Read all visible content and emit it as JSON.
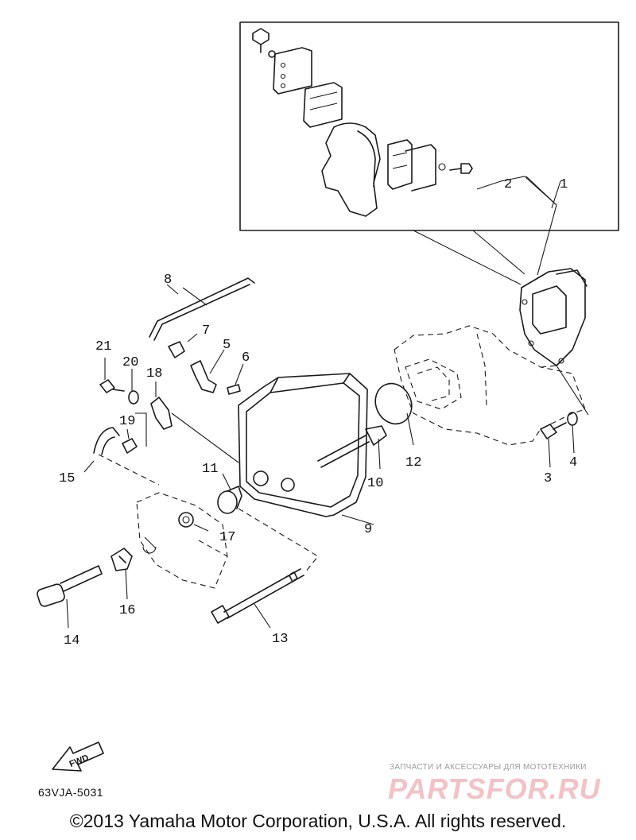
{
  "callouts": {
    "c1": "1",
    "c2": "2",
    "c3": "3",
    "c4": "4",
    "c5": "5",
    "c6": "6",
    "c7": "7",
    "c8": "8",
    "c9": "9",
    "c10": "10",
    "c11": "11",
    "c12": "12",
    "c13": "13",
    "c14": "14",
    "c15": "15",
    "c16": "16",
    "c17": "17",
    "c18": "18",
    "c19": "19",
    "c20": "20",
    "c21": "21"
  },
  "fwd_label": "FWD",
  "diagram_code": "63VJA-5031",
  "copyright": "©2013 Yamaha Motor Corporation, U.S.A. All rights reserved.",
  "watermark": {
    "tagline": "ЗАПЧАСТИ И АКСЕССУАРЫ ДЛЯ МОТОТЕХНИКИ",
    "logo": "PARTSFOR.RU"
  }
}
